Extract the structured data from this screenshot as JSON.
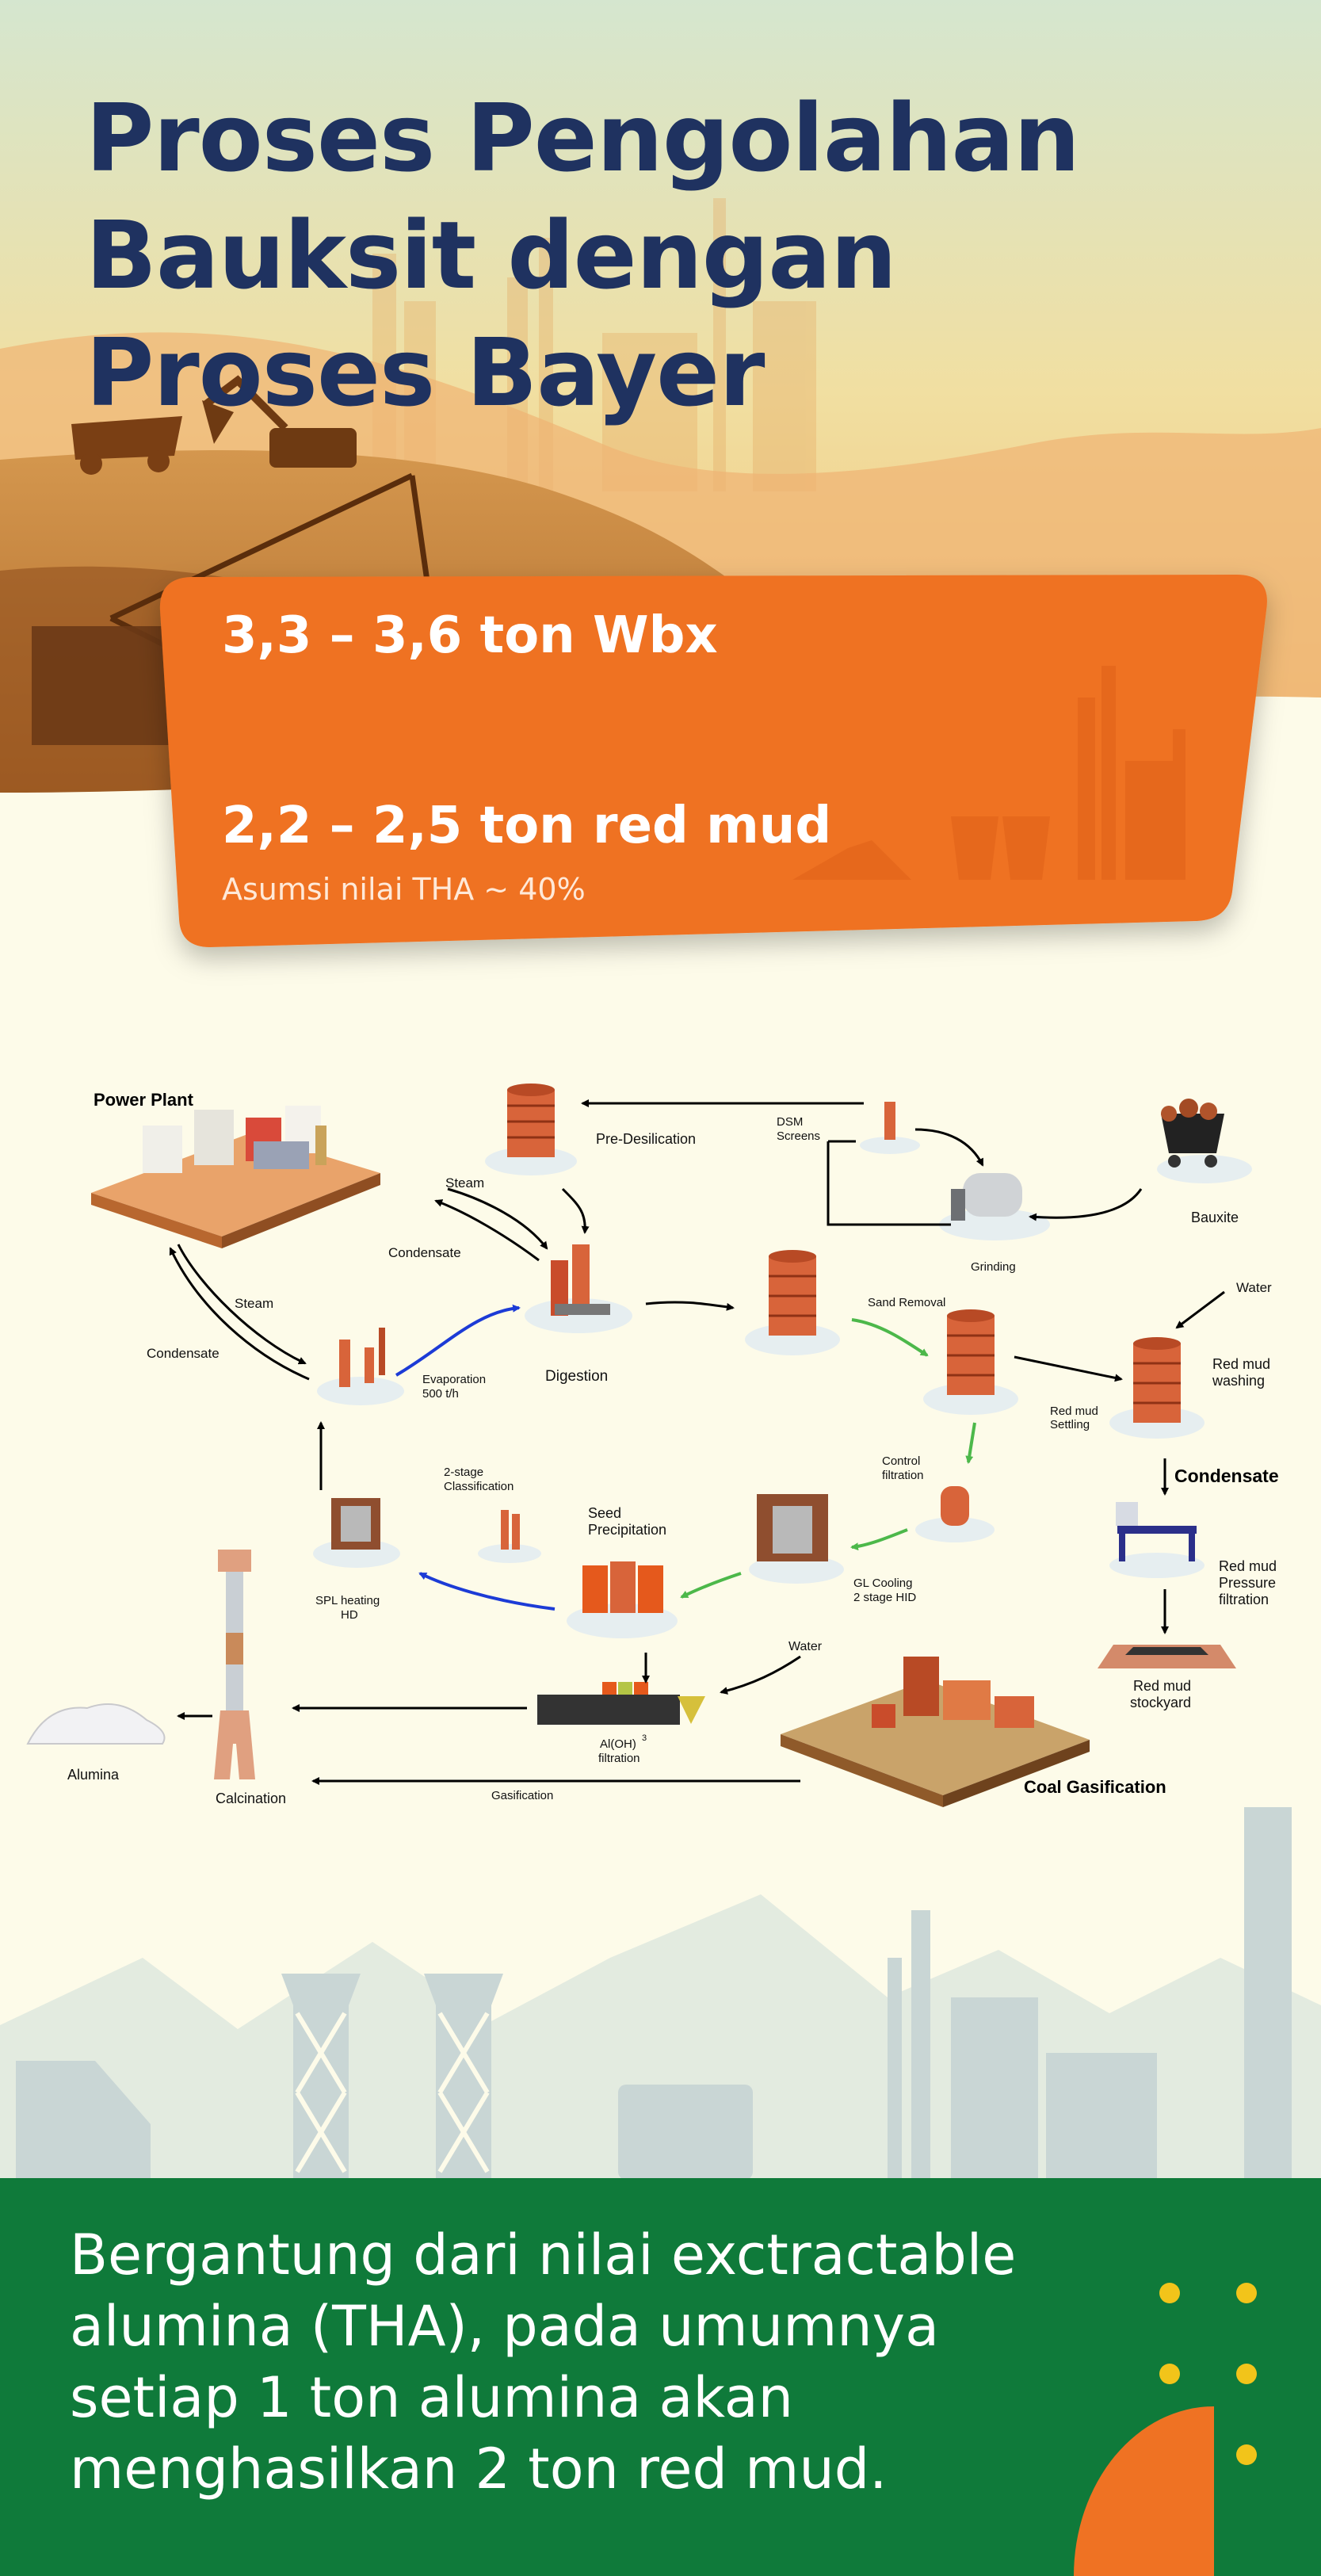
{
  "title_lines": [
    "Proses Pengolahan",
    "Bauksit dengan",
    "Proses Bayer"
  ],
  "card": {
    "line1": "3,3 – 3,6 ton Wbx",
    "line2": "2,2 – 2,5 ton red mud",
    "note": "Asumsi nilai THA ~ 40%"
  },
  "diagram": {
    "power_plant": "Power Plant",
    "pre_desilication": "Pre-Desilication",
    "dsm_screens": [
      "DSM",
      "Screens"
    ],
    "steam_top": "Steam",
    "condensate_top": "Condensate",
    "steam_left": "Steam",
    "condensate_left": "Condensate",
    "grinding": "Grinding",
    "bauxite": "Bauxite",
    "digestion": "Digestion",
    "sand_removal": "Sand Removal",
    "water_right": "Water",
    "red_mud_washing": [
      "Red mud",
      "washing"
    ],
    "red_mud_settling": [
      "Red mud",
      "Settling"
    ],
    "evaporation": [
      "Evaporation",
      "500 t/h"
    ],
    "condensate_right": "Condensate",
    "control_filtration": [
      "Control",
      "filtration"
    ],
    "two_stage_classification": [
      "2-stage",
      "Classification"
    ],
    "seed_precipitation": [
      "Seed",
      "Precipitation"
    ],
    "gl_cooling": [
      "GL Cooling",
      "2 stage HID"
    ],
    "red_mud_pressure": [
      "Red mud",
      "Pressure",
      "filtration"
    ],
    "spl_heating": [
      "SPL heating",
      "HD"
    ],
    "water_bottom": "Water",
    "aloh_filtration": [
      "Al(OH)",
      "3",
      "filtration"
    ],
    "red_mud_stockyard": [
      "Red mud",
      "stockyard"
    ],
    "coal_gasification": "Coal Gasification",
    "alumina": "Alumina",
    "calcination": "Calcination",
    "gasification": "Gasification"
  },
  "footer": {
    "text": "Bergantung dari nilai exctractable alumina (THA), pada umumnya setiap 1 ton alumina akan menghasilkan 2 ton red mud."
  },
  "colors": {
    "title": "#1f3260",
    "card": "#ef7223",
    "footer": "#0f7a3a",
    "tank": "#d8643a",
    "arrow_blue": "#1c3bd6",
    "arrow_green": "#4cb84a",
    "dot": "#f2c41a"
  }
}
